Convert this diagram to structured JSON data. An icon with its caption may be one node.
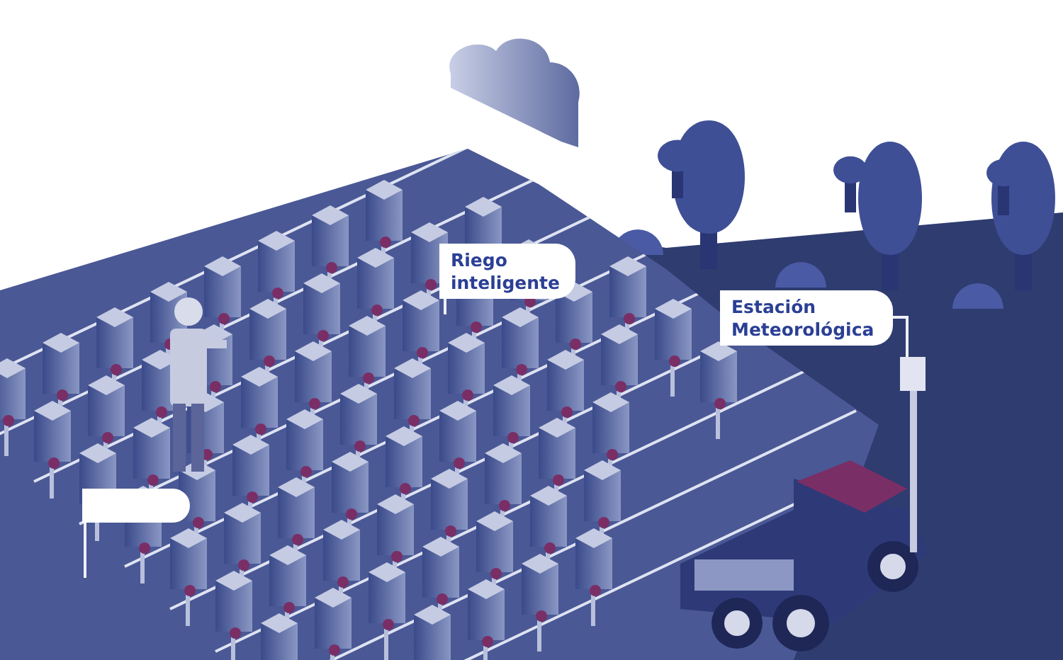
{
  "diagram": {
    "nodes": [
      {
        "text": [
          "Riego inteligente"
        ]
      },
      {
        "text": [
          "Estación Meteorológica"
        ]
      },
      {
        "text": [],
        "shape": "box"
      }
    ],
    "edges": [
      {
        "from": 0,
        "to": null,
        "arrow": "none"
      },
      {
        "from": 1,
        "to": null,
        "arrow": "none"
      },
      {
        "from": 2,
        "to": null,
        "arrow": "none"
      }
    ]
  }
}
